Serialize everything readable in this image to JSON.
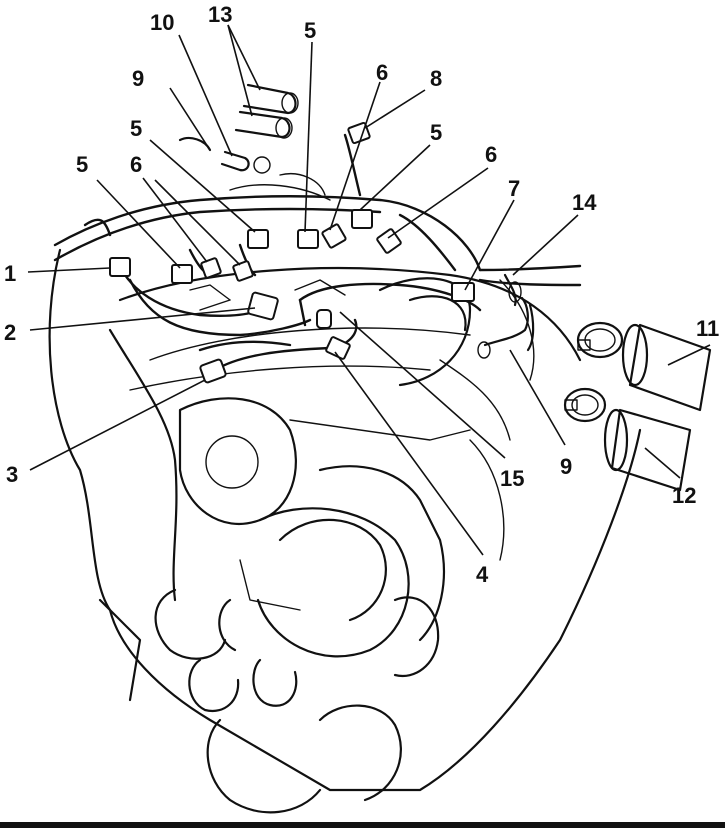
{
  "callouts": [
    {
      "id": "c1",
      "label": "1"
    },
    {
      "id": "c2",
      "label": "2"
    },
    {
      "id": "c3",
      "label": "3"
    },
    {
      "id": "c4",
      "label": "4"
    },
    {
      "id": "c5a",
      "label": "5"
    },
    {
      "id": "c5b",
      "label": "5"
    },
    {
      "id": "c5c",
      "label": "5"
    },
    {
      "id": "c5d",
      "label": "5"
    },
    {
      "id": "c6a",
      "label": "6"
    },
    {
      "id": "c6b",
      "label": "6"
    },
    {
      "id": "c6c",
      "label": "6"
    },
    {
      "id": "c7",
      "label": "7"
    },
    {
      "id": "c8",
      "label": "8"
    },
    {
      "id": "c9a",
      "label": "9"
    },
    {
      "id": "c9b",
      "label": "9"
    },
    {
      "id": "c10",
      "label": "10"
    },
    {
      "id": "c11",
      "label": "11"
    },
    {
      "id": "c12",
      "label": "12"
    },
    {
      "id": "c13",
      "label": "13"
    },
    {
      "id": "c14",
      "label": "14"
    },
    {
      "id": "c15",
      "label": "15"
    }
  ]
}
